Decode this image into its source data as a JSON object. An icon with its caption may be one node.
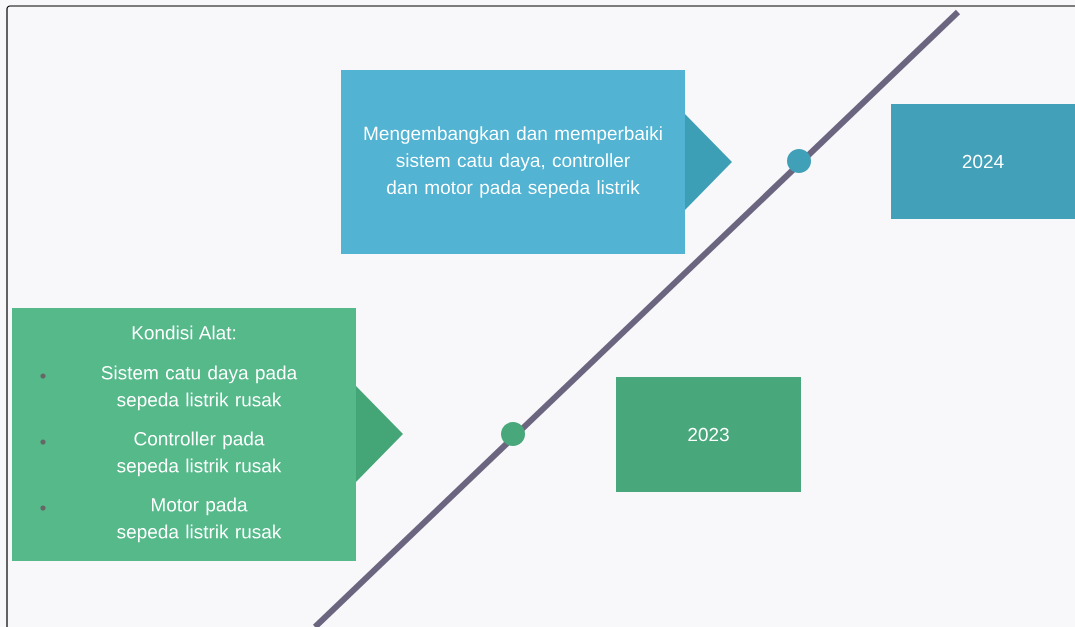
{
  "diagram": {
    "nodes": [
      {
        "text": [
          "Mengembangkan dan memperbaiki sistem catu daya, controller dan motor pada sepeda listrik"
        ]
      },
      {
        "text": [
          "2024"
        ]
      },
      {
        "text": [
          "Kondisi Alat:",
          "Sistem catu daya pada sepeda listrik rusak",
          "Controller pada sepeda listrik rusak",
          "Motor pada sepeda listrik rusak"
        ]
      },
      {
        "text": [
          "2023"
        ]
      }
    ]
  }
}
